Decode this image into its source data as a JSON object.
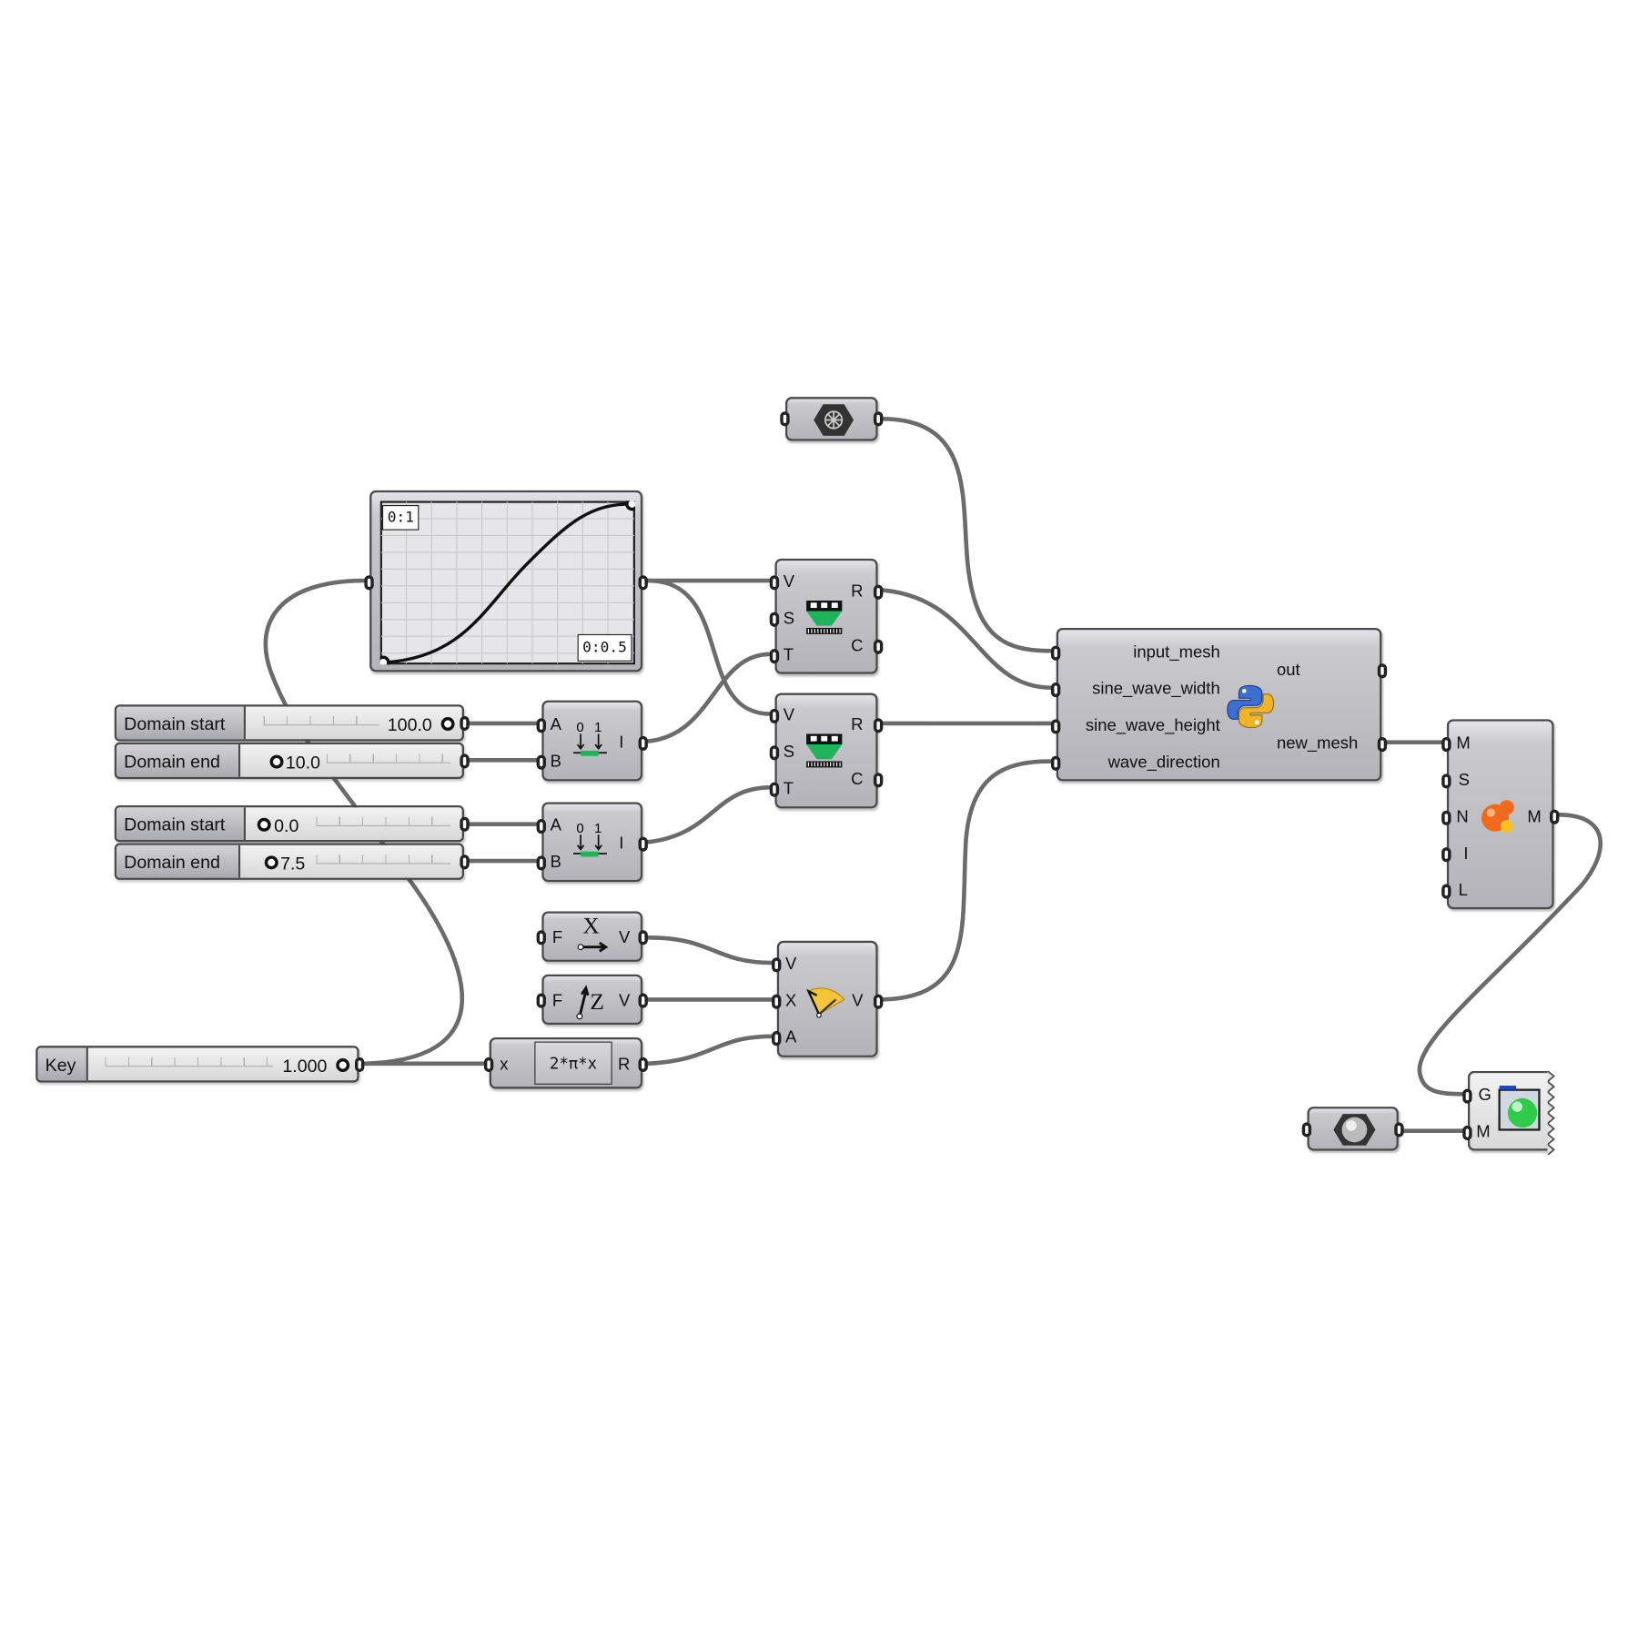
{
  "mesh_param": {
    "icon": "mesh-hexagon-icon"
  },
  "graph_mapper": {
    "top_left_label": "0:1",
    "bottom_right_label": "0:0.5",
    "curve": "sigmoid"
  },
  "sliders": [
    {
      "label": "Domain start",
      "value": "100.0"
    },
    {
      "label": "Domain end",
      "value": "10.0"
    },
    {
      "label": "Domain start",
      "value": "0.0"
    },
    {
      "label": "Domain end",
      "value": "7.5"
    },
    {
      "label": "Key",
      "value": "1.000"
    }
  ],
  "construct_domain": {
    "inputs": [
      "A",
      "B"
    ],
    "output": "I"
  },
  "remap": {
    "inputs": [
      "V",
      "S",
      "T"
    ],
    "outputs": [
      "R",
      "C"
    ]
  },
  "unit_x": {
    "input": "F",
    "output": "V",
    "glyph": "X"
  },
  "unit_z": {
    "input": "F",
    "output": "V",
    "glyph": "Z"
  },
  "expression": {
    "input": "x",
    "formula": "2*π*x",
    "output": "R"
  },
  "rotate": {
    "inputs": [
      "V",
      "X",
      "A"
    ],
    "output": "V"
  },
  "python": {
    "inputs": [
      "input_mesh",
      "sine_wave_width",
      "sine_wave_height",
      "wave_direction"
    ],
    "outputs": [
      "out",
      "new_mesh"
    ]
  },
  "mesh_comp": {
    "inputs": [
      "M",
      "S",
      "N",
      "I",
      "L"
    ],
    "output": "M"
  },
  "preview": {
    "inputs": [
      "G",
      "M"
    ]
  },
  "colors": {
    "wire": "#6b6b6b",
    "component": "#b8b8be",
    "python_blue": "#3b6fd1",
    "python_yellow": "#f0b429"
  }
}
